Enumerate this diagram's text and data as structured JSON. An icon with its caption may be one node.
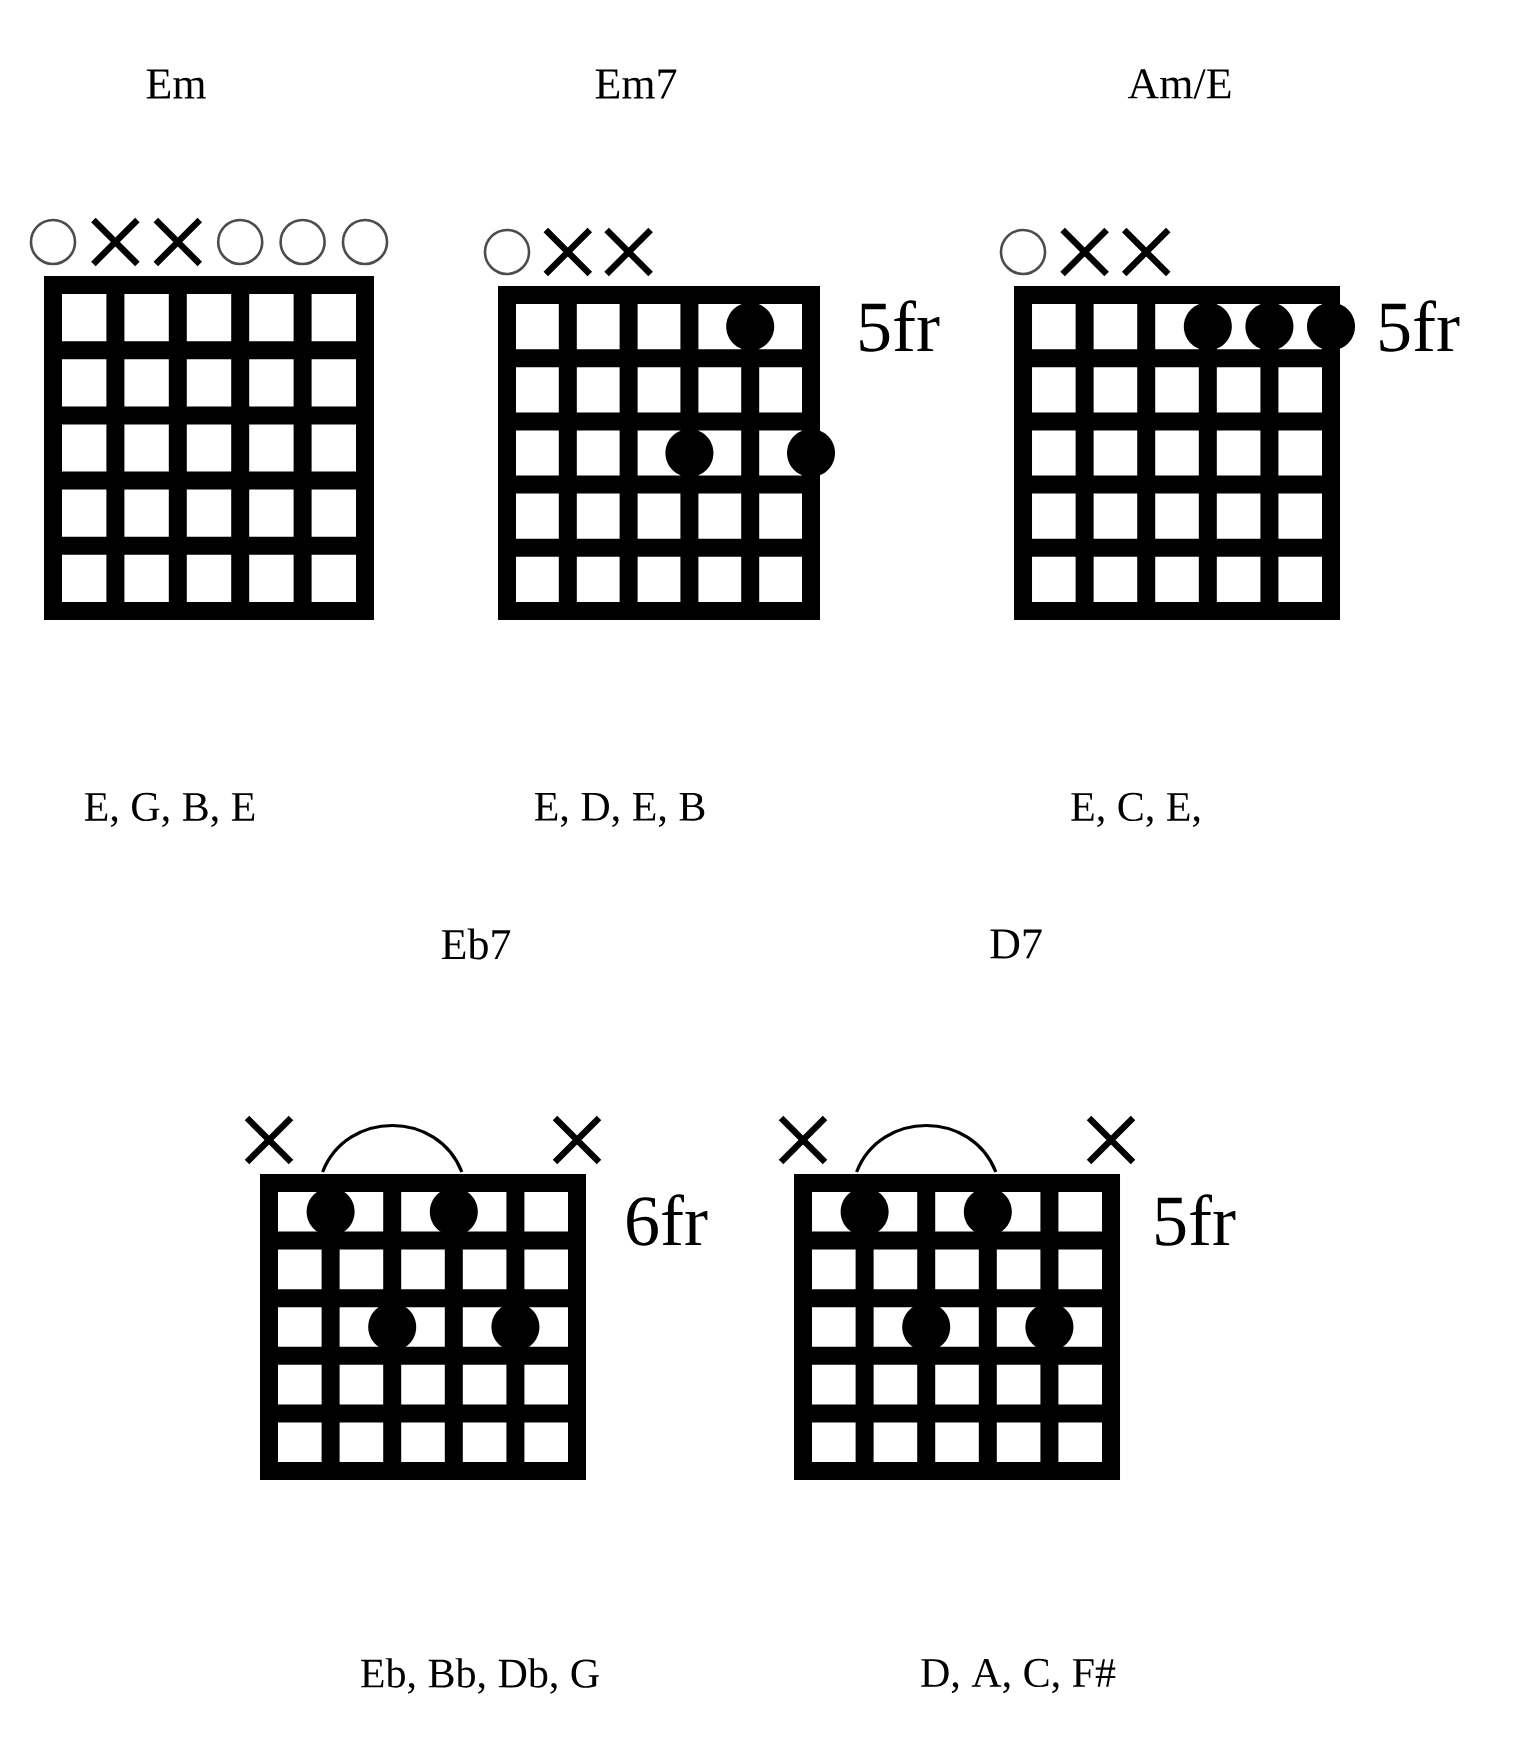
{
  "diagram": {
    "labels": [
      "Em",
      "Em7",
      "Am/E",
      "5fr",
      "5fr",
      "E, G, B, E",
      "E, D, E, B",
      "E, C, E,",
      "Eb7",
      "D7",
      "6fr",
      "5fr",
      "Eb, Bb, Db, G",
      "D, A, C, F#"
    ]
  }
}
